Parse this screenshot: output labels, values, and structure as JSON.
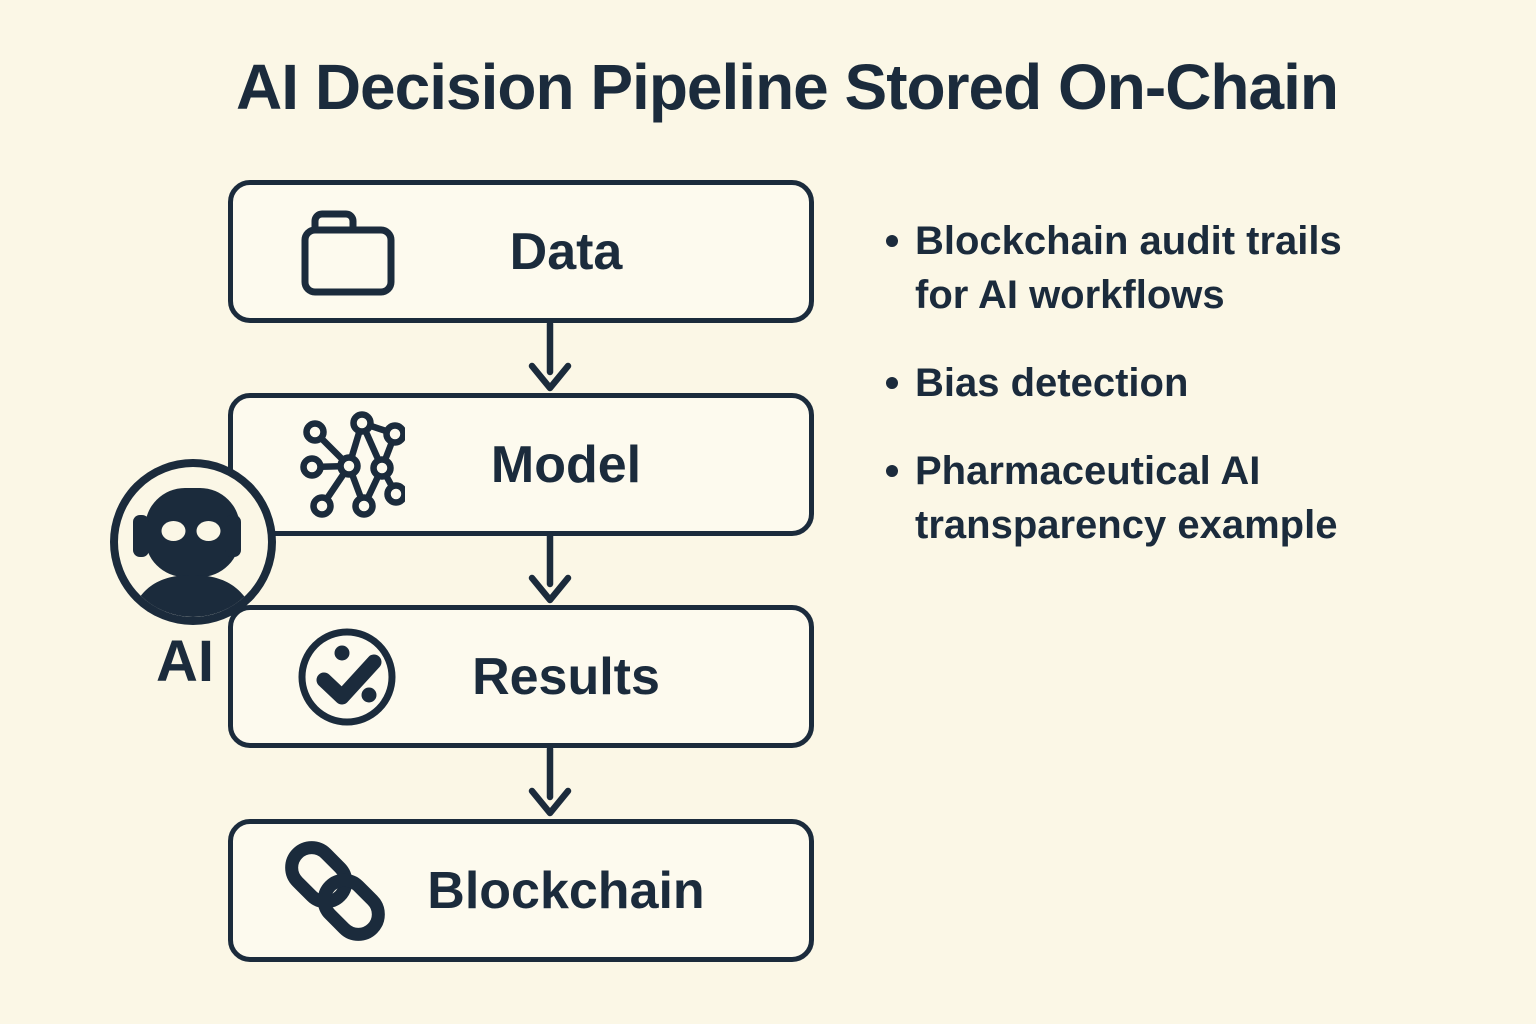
{
  "title": "AI Decision Pipeline Stored On-Chain",
  "colors": {
    "background": "#FBF7E6",
    "ink": "#1B2B3C",
    "box_fill": "#FDFAEE"
  },
  "pipeline": {
    "steps": [
      {
        "label": "Data",
        "icon": "folder-icon"
      },
      {
        "label": "Model",
        "icon": "neural-network-icon"
      },
      {
        "label": "Results",
        "icon": "check-circle-icon"
      },
      {
        "label": "Blockchain",
        "icon": "chain-link-icon"
      }
    ],
    "connector_icon": "arrow-down-icon"
  },
  "ai_badge": {
    "label": "AI",
    "icon": "robot-icon"
  },
  "notes": [
    "Blockchain audit trails for AI workflows",
    "Bias detection",
    "Pharmaceutical AI transparency example"
  ]
}
